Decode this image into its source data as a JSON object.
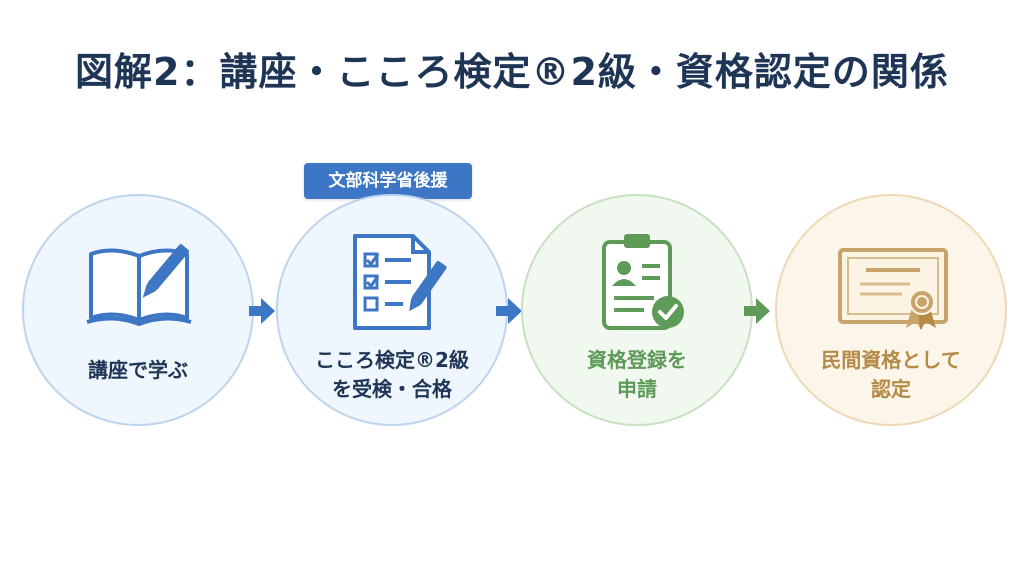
{
  "title": "図解2：講座・こころ検定®2級・資格認定の関係",
  "colors": {
    "title": "#1f3556",
    "blue": "#3d76c4",
    "green": "#5e9a58",
    "gold": "#b58a47"
  },
  "badge": "文部科学省後援",
  "steps": [
    {
      "icon": "open-book-pencil-icon",
      "lines": [
        "講座で学ぶ"
      ]
    },
    {
      "icon": "checklist-pencil-icon",
      "lines": [
        "こころ検定®2級",
        "を受検・合格"
      ]
    },
    {
      "icon": "clipboard-profile-check-icon",
      "lines": [
        "資格登録を",
        "申請"
      ]
    },
    {
      "icon": "certificate-ribbon-icon",
      "lines": [
        "民間資格として",
        "認定"
      ]
    }
  ],
  "arrows": [
    {
      "icon": "arrow-right-icon",
      "color": "#3d76c4"
    },
    {
      "icon": "arrow-right-icon",
      "color": "#3d76c4"
    },
    {
      "icon": "arrow-right-icon",
      "color": "#5e9a58"
    }
  ]
}
